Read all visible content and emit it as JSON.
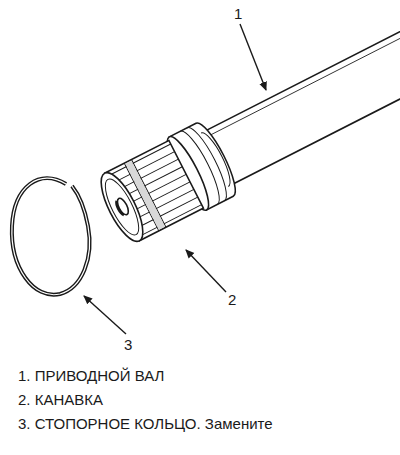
{
  "diagram": {
    "labels": [
      "1",
      "2",
      "3",
      "1. ПРИВОДНОЙ ВАЛ",
      "2. КАНАВКА",
      "3. СТОПОРНОЕ КОЛЬЦО. Замените"
    ]
  }
}
